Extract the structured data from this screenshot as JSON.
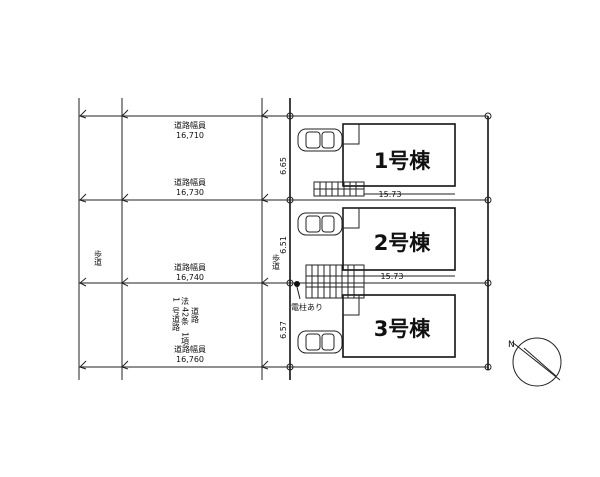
{
  "road_labels": [
    {
      "label": "道路幅員",
      "width": "16,710"
    },
    {
      "label": "道路幅員",
      "width": "16,730"
    },
    {
      "label": "道路幅員",
      "width": "16,740"
    },
    {
      "label": "道路幅員",
      "width": "16,760"
    }
  ],
  "road_law_note": {
    "col1": "法",
    "col2": "42条",
    "col3": "1項",
    "col4": "号道路",
    "col_a": "1",
    "col_b": "道路"
  },
  "sidewalk_label": "歩道",
  "houses": [
    {
      "name": "1号棟",
      "frontage": "6.65",
      "depth": "15.73"
    },
    {
      "name": "2号棟",
      "frontage": "6.51",
      "depth": "15.73"
    },
    {
      "name": "3号棟",
      "frontage": "6.57"
    }
  ],
  "pole_note": "電柱あり",
  "compass_letter": "N"
}
